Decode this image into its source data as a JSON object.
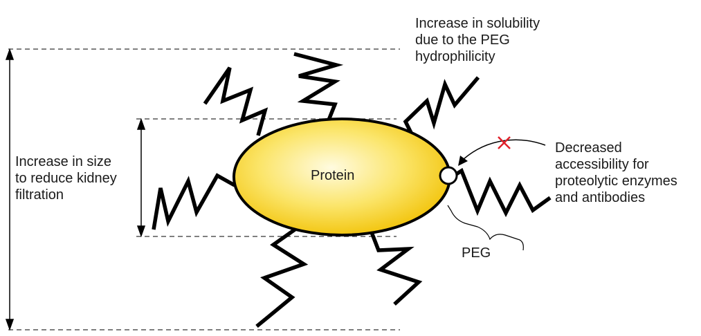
{
  "labels": {
    "size": [
      "Increase in size",
      "to reduce kidney",
      "filtration"
    ],
    "solubility": [
      "Increase in solubility",
      "due to the PEG",
      "hydrophilicity"
    ],
    "accessibility": [
      "Decreased",
      "accessibility for",
      "proteolytic enzymes",
      "and antibodies"
    ],
    "protein": "Protein",
    "peg": "PEG"
  },
  "colors": {
    "protein_fill_center": "#fffbe0",
    "protein_fill_edge": "#f2c40c",
    "line": "#000000",
    "cross": "#e0202a"
  }
}
